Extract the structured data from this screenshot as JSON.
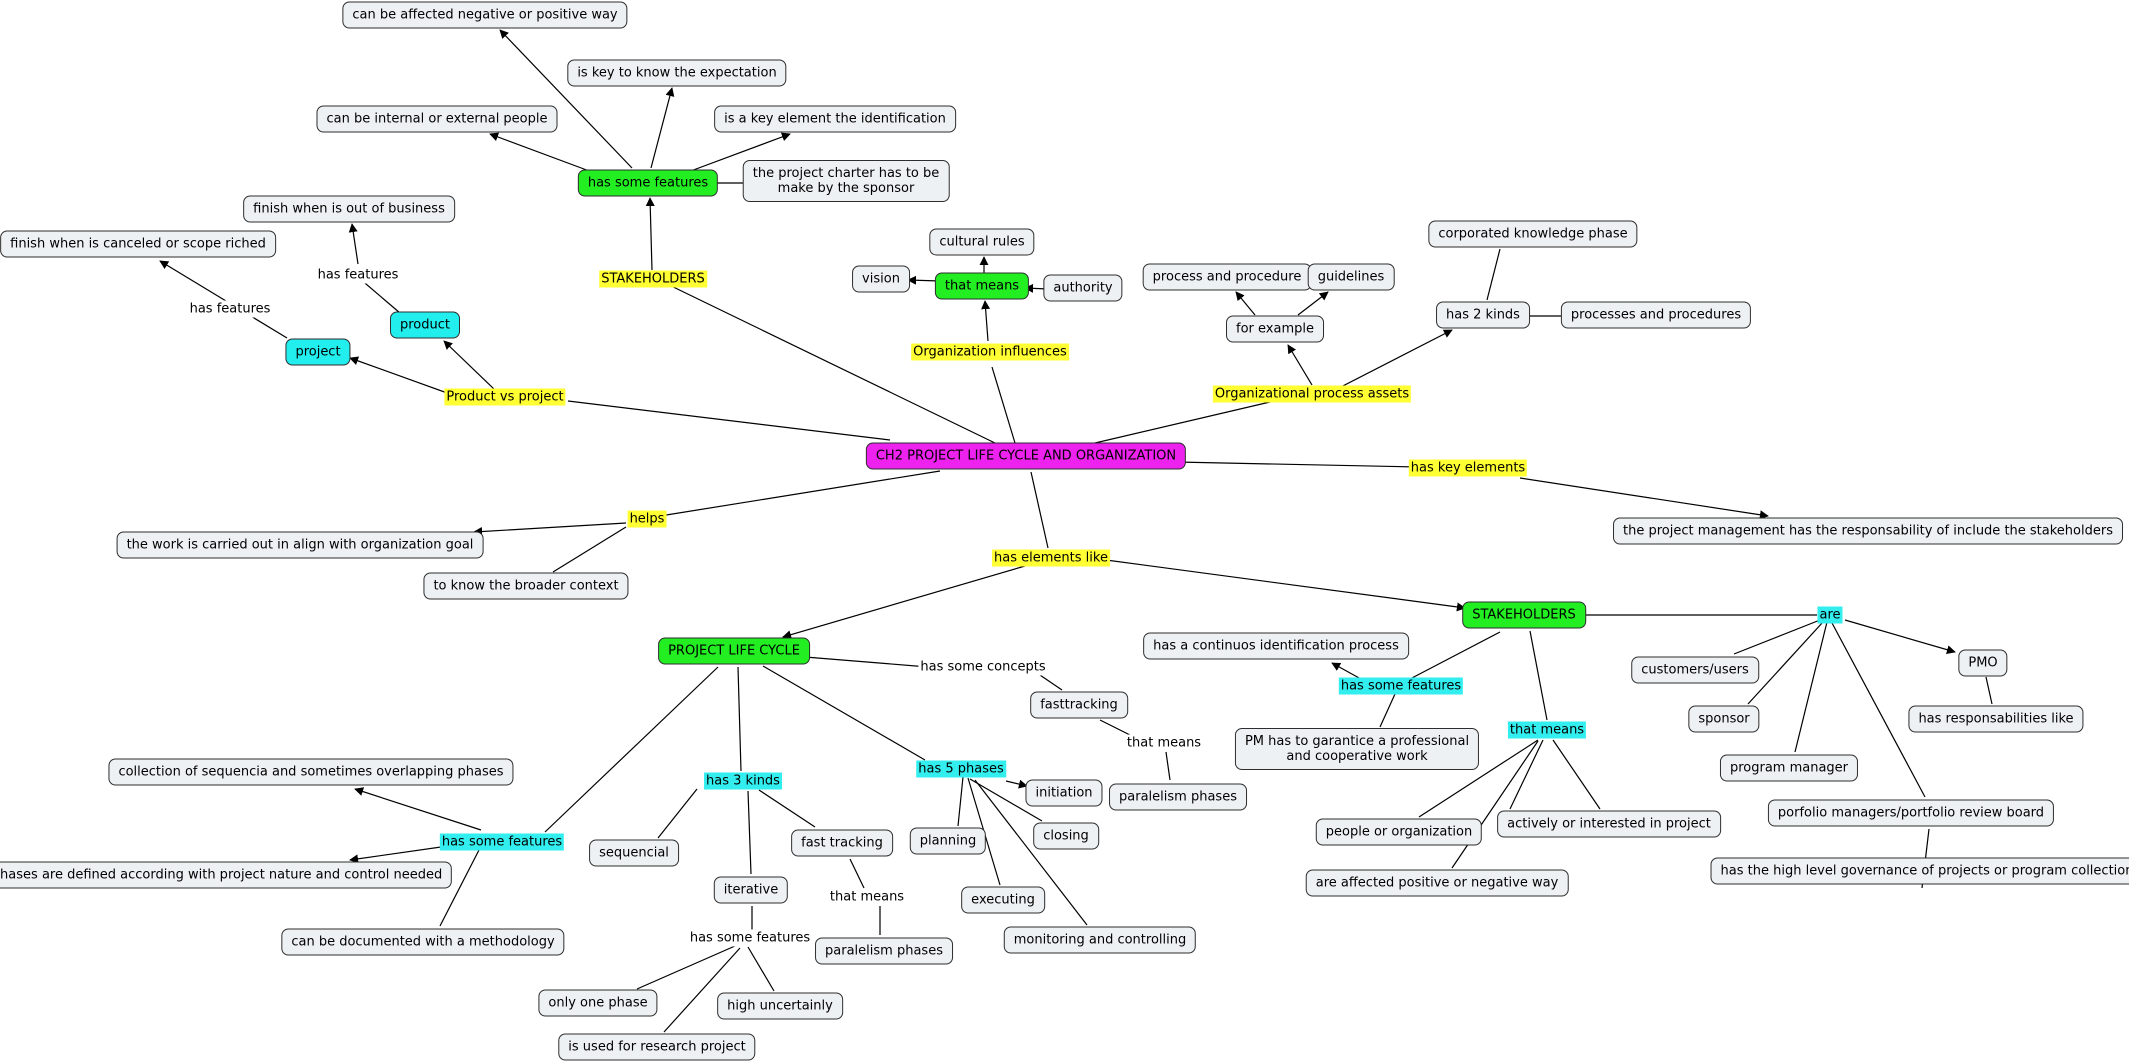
{
  "colors": {
    "concept_fill": "#eef1f3",
    "green": "#22ee22",
    "cyan": "#22eeee",
    "magenta": "#ee22ee",
    "yellow_label": "#ffff33",
    "cyan_label": "#33eeee"
  },
  "nodes": {
    "root": "CH2 PROJECT LIFE CYCLE AND ORGANIZATION",
    "stakeholders_top": "STAKEHOLDERS",
    "has_some_features_top": "has some features",
    "affected": "can be affected negative or positive way",
    "key_expectation": "is key to know the expectation",
    "internal_external": "can be internal or external people",
    "key_identification": "is a key element the identification",
    "charter": "the project charter has to be\nmake by the sponsor",
    "product_vs_project": "Product vs project",
    "project": "project",
    "product": "product",
    "has_features_1": "has features",
    "has_features_2": "has features",
    "finish_canceled": "finish when is canceled or scope riched",
    "finish_business": "finish when is out of business",
    "org_influences": "Organization influences",
    "that_means_org": "that means",
    "cultural_rules": "cultural rules",
    "vision": "vision",
    "authority": "authority",
    "opa": "Organizational process assets",
    "for_example": "for example",
    "process_procedure": "process and procedure",
    "guidelines": "guidelines",
    "has_2_kinds": "has 2 kinds",
    "corporated_knowledge": "corporated knowledge phase",
    "processes_procedures": "processes and procedures",
    "has_key_elements": "has key elements",
    "pm_responsability": "the project management has the responsability of include the stakeholders",
    "helps": "helps",
    "work_align": "the work is carried out in align with organization goal",
    "broader_context": "to know the broader context",
    "has_elements_like": "has elements like",
    "plc": "PROJECT LIFE CYCLE",
    "stakeholders_main": "STAKEHOLDERS",
    "has_some_concepts": "has some concepts",
    "fasttracking": "fasttracking",
    "that_means_ft": "that means",
    "paralelism_1": "paralelism phases",
    "has_some_features_plc": "has some features",
    "collection": "collection of sequencia and sometimes overlapping phases",
    "phases_defined": "phases are defined according with project nature and control needed",
    "documented": "can be documented with a methodology",
    "has_3_kinds": "has 3 kinds",
    "sequencial": "sequencial",
    "fast_tracking": "fast tracking",
    "that_means_fast": "that means",
    "paralelism_2": "paralelism phases",
    "iterative": "iterative",
    "has_some_features_it": "has some features",
    "only_one_phase": "only one phase",
    "high_uncertainly": "high uncertainly",
    "research": "is used for research project",
    "has_5_phases": "has 5 phases",
    "initiation": "initiation",
    "planning": "planning",
    "closing": "closing",
    "executing": "executing",
    "monitoring": "monitoring and controlling",
    "has_some_features_st": "has some features",
    "continuos": "has a continuos identification process",
    "pm_garantice": "PM has to garantice a professional\nand cooperative work",
    "that_means_st": "that means",
    "people_org": "people or organization",
    "actively": "actively or interested in project",
    "affected_2": "are affected positive or negative way",
    "are": "are",
    "customers": "customers/users",
    "sponsor": "sponsor",
    "program_manager": "program manager",
    "pmo": "PMO",
    "has_responsabilities": "has responsabilities like",
    "portfolio": "porfolio managers/portfolio review board",
    "governance": "has the high level governance of projects or program collection"
  }
}
